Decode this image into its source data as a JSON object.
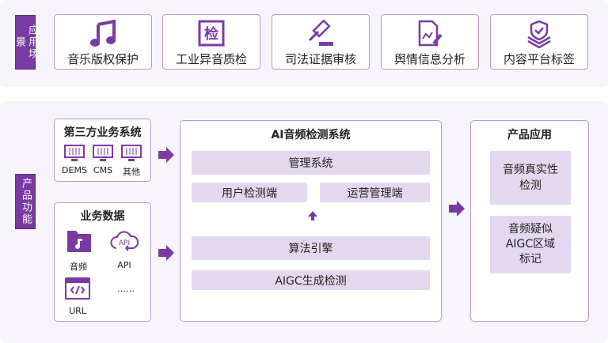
{
  "scenarios": {
    "label": "应用场景",
    "items": [
      {
        "label": "音乐版权保护",
        "icon": "music-note-icon"
      },
      {
        "label": "工业异音质检",
        "icon": "inspection-icon",
        "icon_text": "检"
      },
      {
        "label": "司法证据审核",
        "icon": "gavel-icon"
      },
      {
        "label": "舆情信息分析",
        "icon": "document-edit-icon"
      },
      {
        "label": "内容平台标签",
        "icon": "shield-layers-icon"
      }
    ]
  },
  "functions": {
    "label": "产品功能",
    "third_party": {
      "title": "第三方业务系统",
      "items": [
        "DEMS",
        "CMS",
        "其他"
      ]
    },
    "business_data": {
      "title": "业务数据",
      "items": [
        "音频",
        "API",
        "URL",
        "……"
      ],
      "api_icon_text": "API"
    },
    "system": {
      "title": "AI音频检测系统",
      "management": "管理系统",
      "user_end": "用户检测端",
      "ops_end": "运营管理端",
      "engine": "算法引擎",
      "aigc": "AIGC生成检测"
    },
    "apps": {
      "title": "产品应用",
      "items": [
        "音频真实性\n检测",
        "音频疑似\nAIGC区域\n标记"
      ]
    }
  },
  "colors": {
    "accent": "#7b3aa3",
    "light": "#e4d8f0",
    "border": "#b796d2"
  }
}
